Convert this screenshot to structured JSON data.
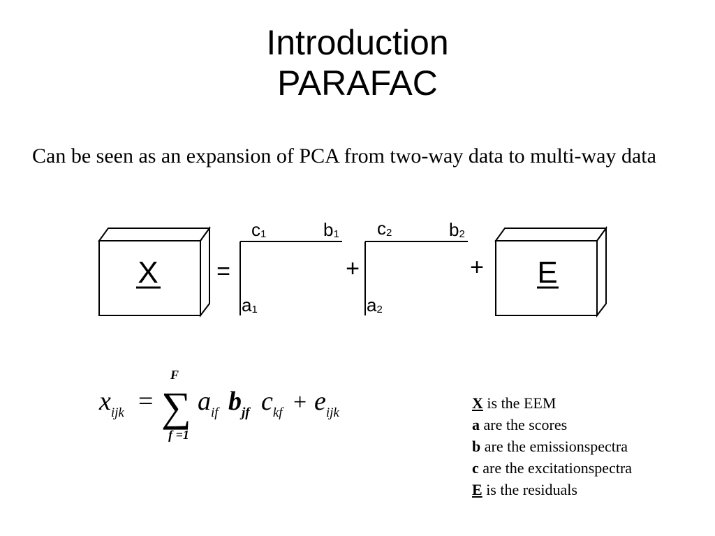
{
  "title": {
    "line1": "Introduction",
    "line2": "PARAFAC"
  },
  "intro": {
    "text": "Can be seen as an expansion of PCA from two-way data to multi-way data"
  },
  "diagram": {
    "x_label": "X",
    "equals": "=",
    "plus": "+",
    "e_label": "E",
    "component1": {
      "a": "a",
      "a_sub": "1",
      "b": "b",
      "b_sub": "1",
      "c": "c",
      "c_sub": "1"
    },
    "component2": {
      "a": "a",
      "a_sub": "2",
      "b": "b",
      "b_sub": "2",
      "c": "c",
      "c_sub": "2"
    }
  },
  "formula": {
    "lhs": "x",
    "lhs_sub": "ijk",
    "equals": "=",
    "sum": "∑",
    "sum_upper": "F",
    "sum_lower": "f =1",
    "term_a": "a",
    "term_a_sub": "if",
    "term_b": "b",
    "term_b_sub": "jf",
    "term_c": "c",
    "term_c_sub": "kf",
    "plus": "+",
    "residual": "e",
    "residual_sub": "ijk"
  },
  "legend": [
    {
      "symbol": "X",
      "text": " is the EEM",
      "underline": true
    },
    {
      "symbol": "a",
      "text": " are the scores",
      "underline": false
    },
    {
      "symbol": "b",
      "text": " are the emissionspectra",
      "underline": false
    },
    {
      "symbol": "c",
      "text": " are the excitationspectra",
      "underline": false
    },
    {
      "symbol": "E",
      "text": " is the residuals",
      "underline": true
    }
  ]
}
